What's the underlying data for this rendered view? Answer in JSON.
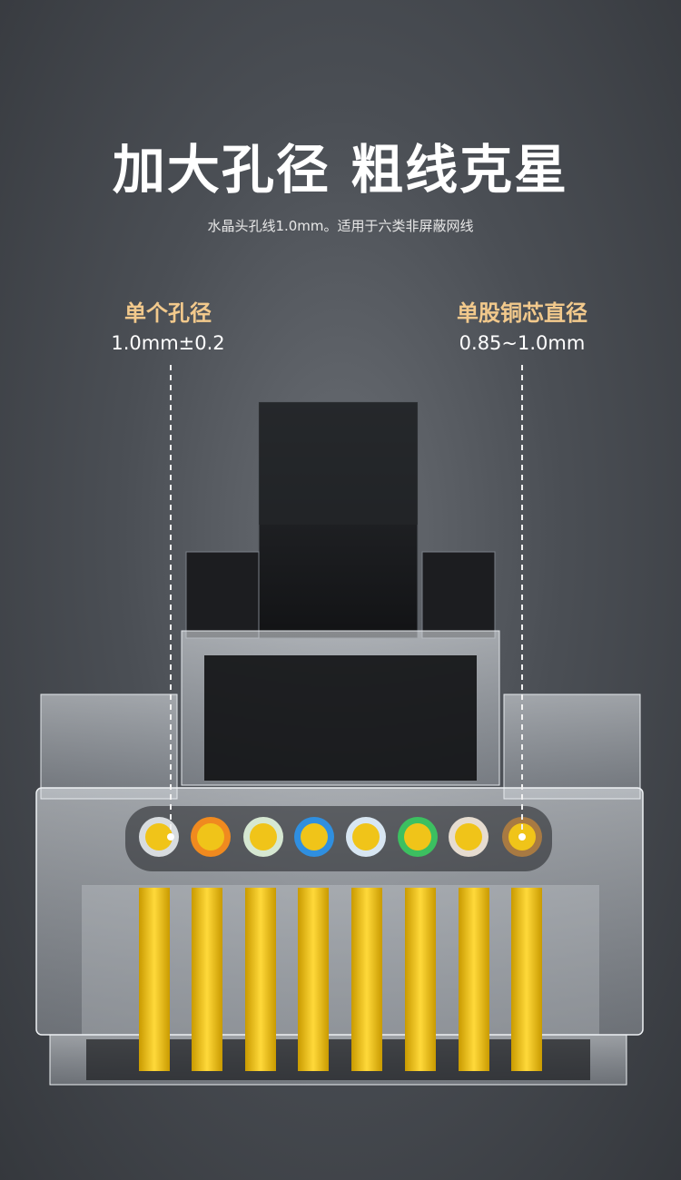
{
  "headline": "加大孔径 粗线克星",
  "subheadline": "水晶头孔线1.0mm。适用于六类非屏蔽网线",
  "annotations": {
    "left": {
      "title": "单个孔径",
      "value": "1.0mm±0.2"
    },
    "right": {
      "title": "单股铜芯直径",
      "value": "0.85~1.0mm"
    }
  },
  "colors": {
    "accent_label": "#f2c98c",
    "contact_gold": "#f0c419",
    "background": "#4b4f55"
  },
  "wire_colors": [
    "white-orange",
    "orange",
    "white-green",
    "blue",
    "white-blue",
    "green",
    "white-brown",
    "brown"
  ]
}
